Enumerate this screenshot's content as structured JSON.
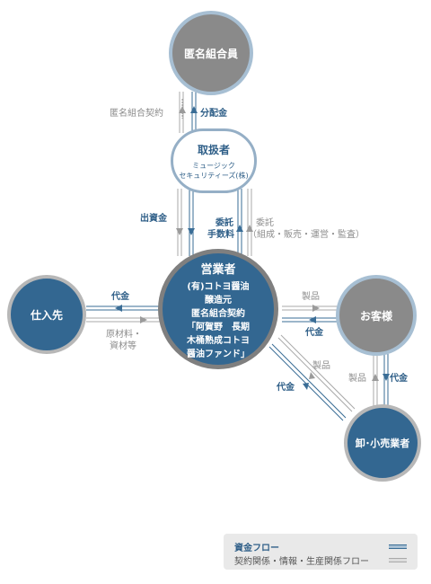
{
  "nodes": {
    "investors": "匿名組合員",
    "handler": {
      "title": "取扱者",
      "line1": "ミュージック",
      "line2": "セキュリティーズ(株)"
    },
    "operator": {
      "title": "営業者",
      "lines": [
        "(有)コトヨ醤油",
        "醸造元",
        "匿名組合契約",
        "「阿賀野　長期",
        "木桶熟成コトヨ",
        "醤油ファンド」"
      ]
    },
    "supplier": "仕入先",
    "customer": "お客様",
    "retailer": "卸･小売業者"
  },
  "labels": {
    "contract": "匿名組合契約",
    "distribution": "分配金",
    "investment": "出資金",
    "fee_line1": "委託",
    "fee_line2": "手数料",
    "consign_line1": "委託",
    "consign_line2": "（組成・販売・運営・監査）",
    "payment_supplier": "代金",
    "materials_line1": "原材料・",
    "materials_line2": "資材等",
    "product_customer": "製品",
    "payment_customer": "代金",
    "product_retailer": "製品",
    "payment_retailer": "代金",
    "product_retail_customer": "製品",
    "payment_retail_customer": "代金"
  },
  "legend": {
    "fund_flow": "資金フロー",
    "contract_flow": "契約関係・情報・生産関係フロー"
  },
  "colors": {
    "blue_node": "#336791",
    "gray_node": "#8a8a8a",
    "fund": "#3a6d96",
    "other": "#9b9b9b"
  }
}
